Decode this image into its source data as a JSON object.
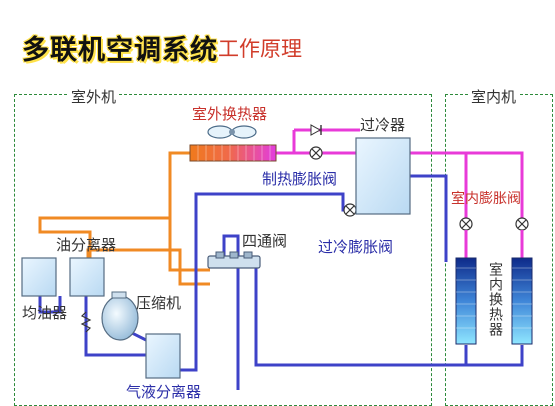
{
  "header": {
    "title": "多联机空调系统",
    "subtitle": "工作原理"
  },
  "regions": {
    "outdoor": "室外机",
    "indoor": "室内机"
  },
  "components": {
    "outdoor_hx": "室外换热器",
    "subcooler": "过冷器",
    "heating_exp_valve": "制热膨胀阀",
    "subcool_exp_valve": "过冷膨胀阀",
    "four_way_valve": "四通阀",
    "oil_separator": "油分离器",
    "oil_equalizer": "均油器",
    "compressor": "压缩机",
    "gas_liquid_separator": "气液分离器",
    "indoor_exp_valve": "室内膨胀阀",
    "indoor_hx": "室内换热器"
  },
  "colors": {
    "hot_gas": "#f08a24",
    "liquid": "#e83ad8",
    "suction": "#3e42c8",
    "region_border": "#2d8a3b",
    "title_accent": "#d13c2a"
  }
}
